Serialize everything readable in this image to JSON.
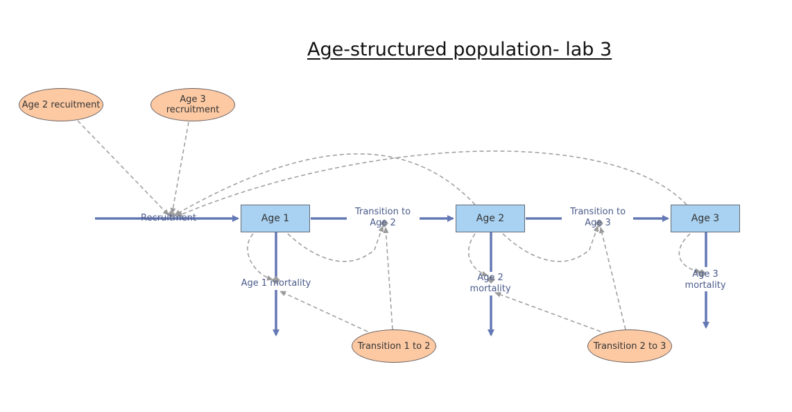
{
  "title": "Age-structured population- lab 3",
  "stocks": {
    "age1": "Age 1",
    "age2": "Age 2",
    "age3": "Age 3"
  },
  "parameters": {
    "age2_recruitment": "Age 2 recuitment",
    "age3_recruitment": "Age 3\nrecruitment",
    "transition_1_to_2": "Transition 1 to 2",
    "transition_2_to_3": "Transition 2 to 3"
  },
  "flows": {
    "recruitment": "Recruitment",
    "transition_to_age2": "Transition to\nAge 2",
    "transition_to_age3": "Transition to\nAge 3",
    "age1_mortality": "Age 1 mortality",
    "age2_mortality": "Age 2\nmortality",
    "age3_mortality": "Age 3\nmortality"
  },
  "colors": {
    "flow": "#6478b4",
    "link": "#a0a0a0",
    "stock_fill": "#a9d2f2",
    "param_fill": "#fcc9a3"
  }
}
